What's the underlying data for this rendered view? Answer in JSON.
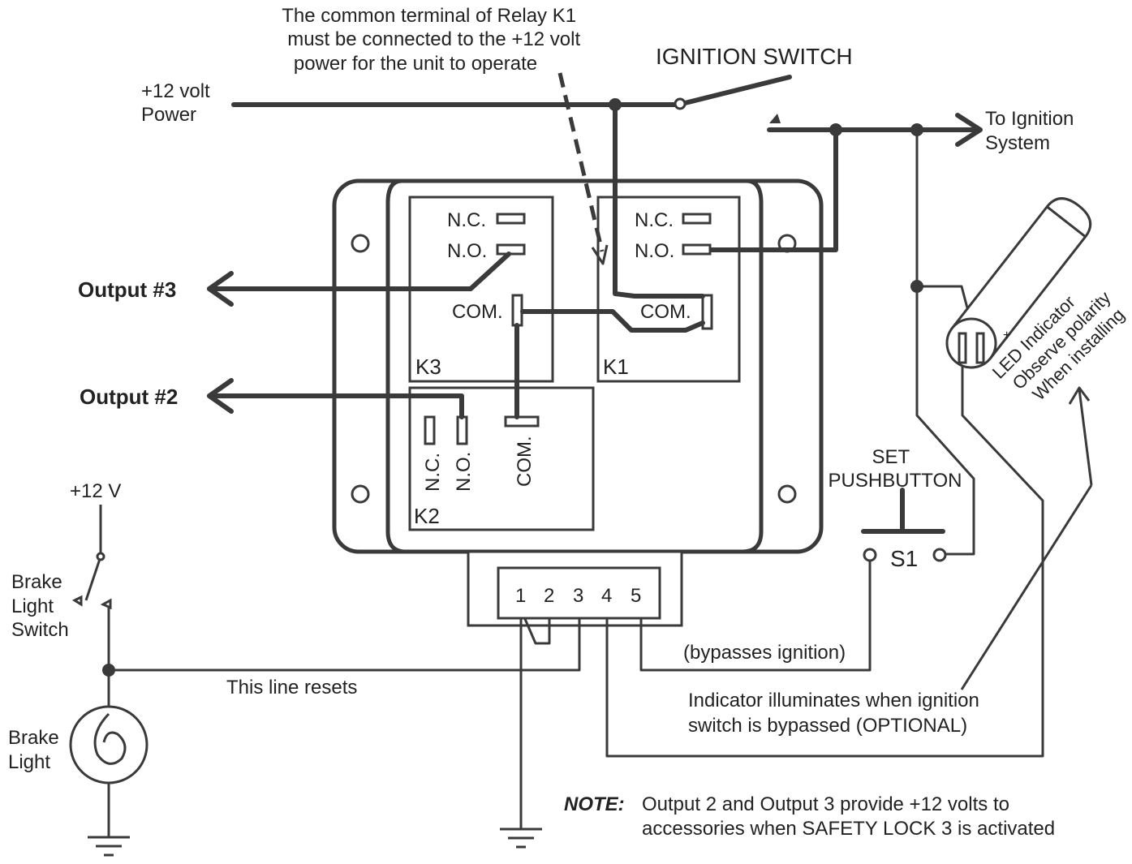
{
  "labels": {
    "relay_note": [
      "The common terminal of Relay K1",
      "must be connected to the +12 volt",
      "power for the unit to operate"
    ],
    "ignition_switch": "IGNITION SWITCH",
    "power": [
      "+12 volt",
      "Power"
    ],
    "to_ignition": [
      "To Ignition",
      "System"
    ],
    "output3": "Output #3",
    "output2": "Output #2",
    "k1": "K1",
    "k2": "K2",
    "k3": "K3",
    "nc": "N.C.",
    "no": "N.O.",
    "com": "COM.",
    "led_indicator": [
      "LED Indicator",
      "Observe polarity",
      "When installing"
    ],
    "led_plus": "+",
    "set_pushbutton": [
      "SET",
      "PUSHBUTTON"
    ],
    "s1": "S1",
    "plus12v": "+12 V",
    "brake_switch": [
      "Brake",
      "Light",
      "Switch"
    ],
    "brake_light": [
      "Brake",
      "Light"
    ],
    "terminals": [
      "1",
      "2",
      "3",
      "4",
      "5"
    ],
    "bypasses": "(bypasses ignition)",
    "line_resets": "This line resets",
    "indicator_text": [
      "Indicator illuminates when ignition",
      "switch is bypassed  (OPTIONAL)"
    ],
    "note_label": "NOTE:",
    "note_text": [
      "Output 2 and Output 3 provide +12 volts to",
      "accessories when SAFETY LOCK 3 is activated"
    ]
  }
}
